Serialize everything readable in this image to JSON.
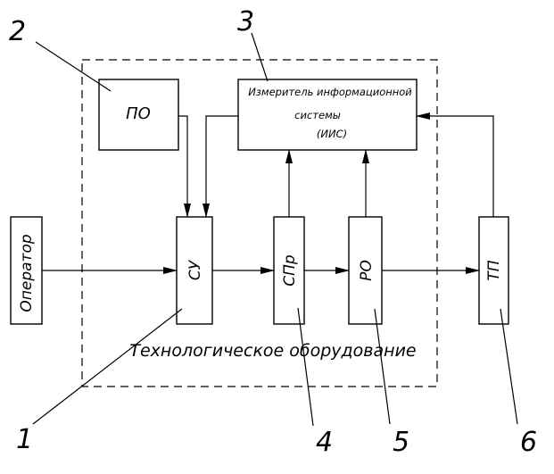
{
  "blocks": {
    "po": "ПО",
    "iis_line1": "Измеритель информационной",
    "iis_line2": "системы",
    "iis_line3": "(ИИС)",
    "operator": "Оператор",
    "su": "СУ",
    "spr": "СПр",
    "ro": "РО",
    "tp": "ТП"
  },
  "boundary_label": "Технологическое оборудование",
  "callouts": {
    "n1": "1",
    "n2": "2",
    "n3": "3",
    "n4": "4",
    "n5": "5",
    "n6": "6"
  }
}
